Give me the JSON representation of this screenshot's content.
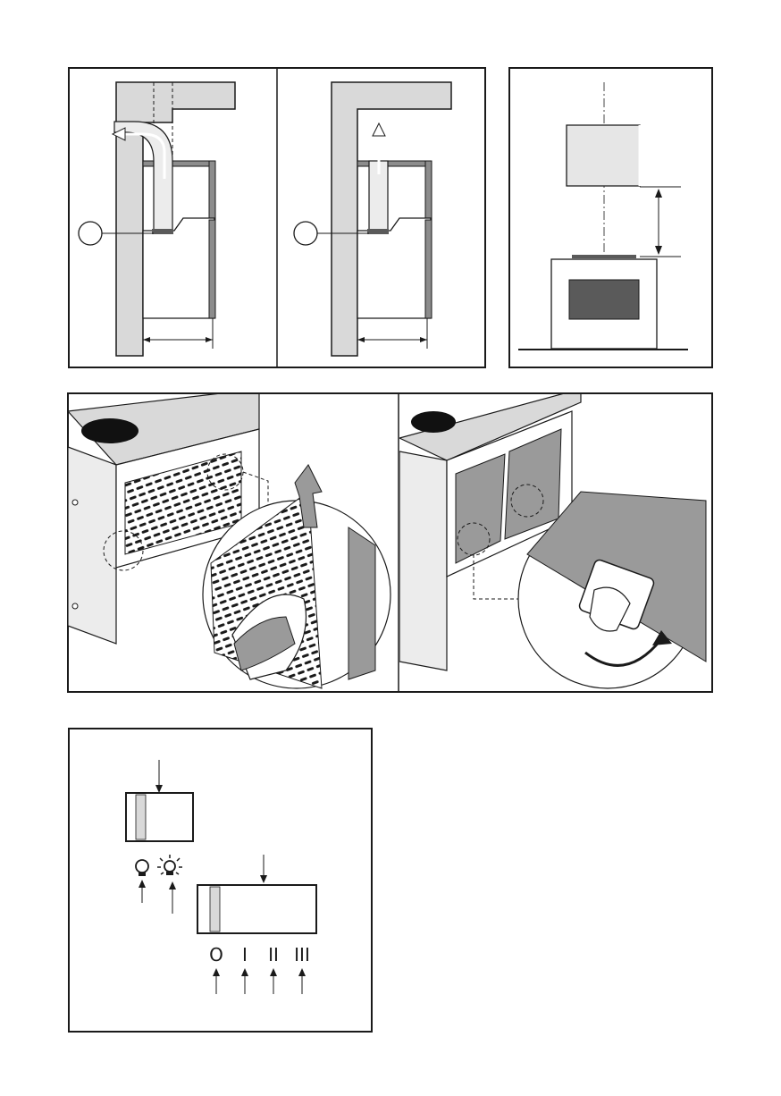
{
  "colors": {
    "stroke": "#1a1a1a",
    "wall": "#d9d9d9",
    "hood_light": "#e6e6e6",
    "hood_panel": "#ececec",
    "dark_grey": "#5a5a5a",
    "filter_grey": "#9a9a9a",
    "hood_side": "#8c8c8c",
    "black": "#111111"
  },
  "icons": {
    "light_off": "light-bulb-off-icon",
    "light_on": "light-bulb-on-icon"
  },
  "switch_symbols": {
    "off": "O",
    "speed_1": "I",
    "speed_2": "II",
    "speed_3": "III"
  }
}
